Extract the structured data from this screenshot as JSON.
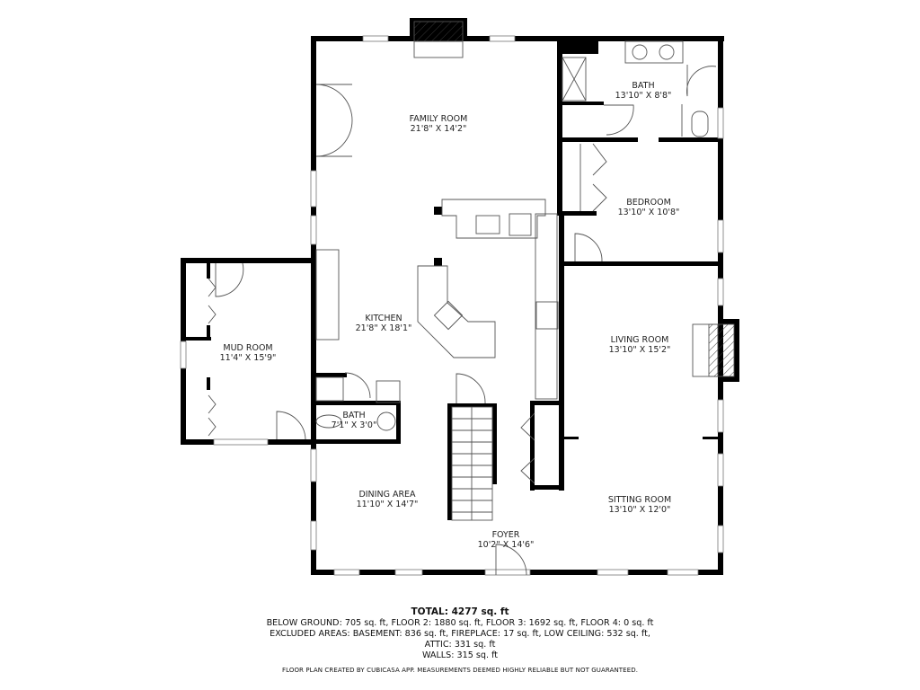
{
  "plan": {
    "rooms": [
      {
        "id": "family-room",
        "name": "FAMILY ROOM",
        "dims": "21'8\" X 14'2\""
      },
      {
        "id": "bath-upper",
        "name": "BATH",
        "dims": "13'10\" X 8'8\""
      },
      {
        "id": "bedroom",
        "name": "BEDROOM",
        "dims": "13'10\" X 10'8\""
      },
      {
        "id": "kitchen",
        "name": "KITCHEN",
        "dims": "21'8\" X 18'1\""
      },
      {
        "id": "mud-room",
        "name": "MUD ROOM",
        "dims": "11'4\" X 15'9\""
      },
      {
        "id": "living-room",
        "name": "LIVING ROOM",
        "dims": "13'10\" X 15'2\""
      },
      {
        "id": "bath-half",
        "name": "BATH",
        "dims": "7'1\" X 3'0\""
      },
      {
        "id": "dining-area",
        "name": "DINING AREA",
        "dims": "11'10\" X 14'7\""
      },
      {
        "id": "sitting-room",
        "name": "SITTING ROOM",
        "dims": "13'10\" X 12'0\""
      },
      {
        "id": "foyer",
        "name": "FOYER",
        "dims": "10'2\" X 14'6\""
      }
    ]
  },
  "summary": {
    "total": "TOTAL: 4277 sq. ft",
    "floors": "BELOW GROUND: 705 sq. ft, FLOOR 2: 1880 sq. ft, FLOOR 3: 1692 sq. ft, FLOOR 4: 0 sq. ft",
    "excluded": "EXCLUDED AREAS: BASEMENT: 836 sq. ft, FIREPLACE: 17 sq. ft, LOW CEILING: 532 sq. ft,",
    "attic": "ATTIC: 331 sq. ft",
    "walls": "WALLS: 315 sq. ft",
    "disclaimer": "FLOOR PLAN CREATED BY CUBICASA APP. MEASUREMENTS DEEMED HIGHLY RELIABLE BUT NOT GUARANTEED."
  },
  "colors": {
    "wall": "#000000",
    "line": "#555555",
    "background": "#ffffff"
  }
}
